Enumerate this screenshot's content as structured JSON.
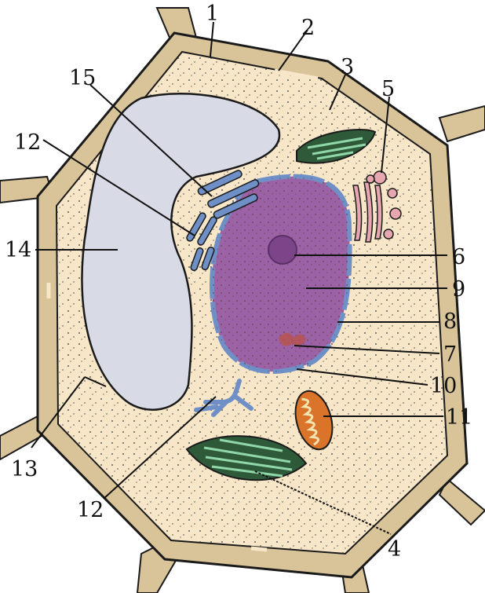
{
  "colors": {
    "wall": "#d9c49a",
    "wall_stroke": "#1a1a1a",
    "cytoplasm": "#f7e6c8",
    "vacuole": "#d8dbe6",
    "nucleus": "#9b63a6",
    "nuclear_envelope": "#6f8fc7",
    "er": "#6f8fc7",
    "chloroplast": "#2f5a3a",
    "chloroplast_grana": "#8fd7a8",
    "mitochondrion": "#d9742a",
    "golgi": "#e7a7b0"
  },
  "labels": {
    "l1": "1",
    "l2": "2",
    "l3": "3",
    "l4": "4",
    "l5": "5",
    "l6": "6",
    "l7": "7",
    "l8": "8",
    "l9": "9",
    "l10": "10",
    "l11": "11",
    "l12_top": "12",
    "l12_bottom": "12",
    "l13": "13",
    "l14": "14",
    "l15": "15"
  }
}
